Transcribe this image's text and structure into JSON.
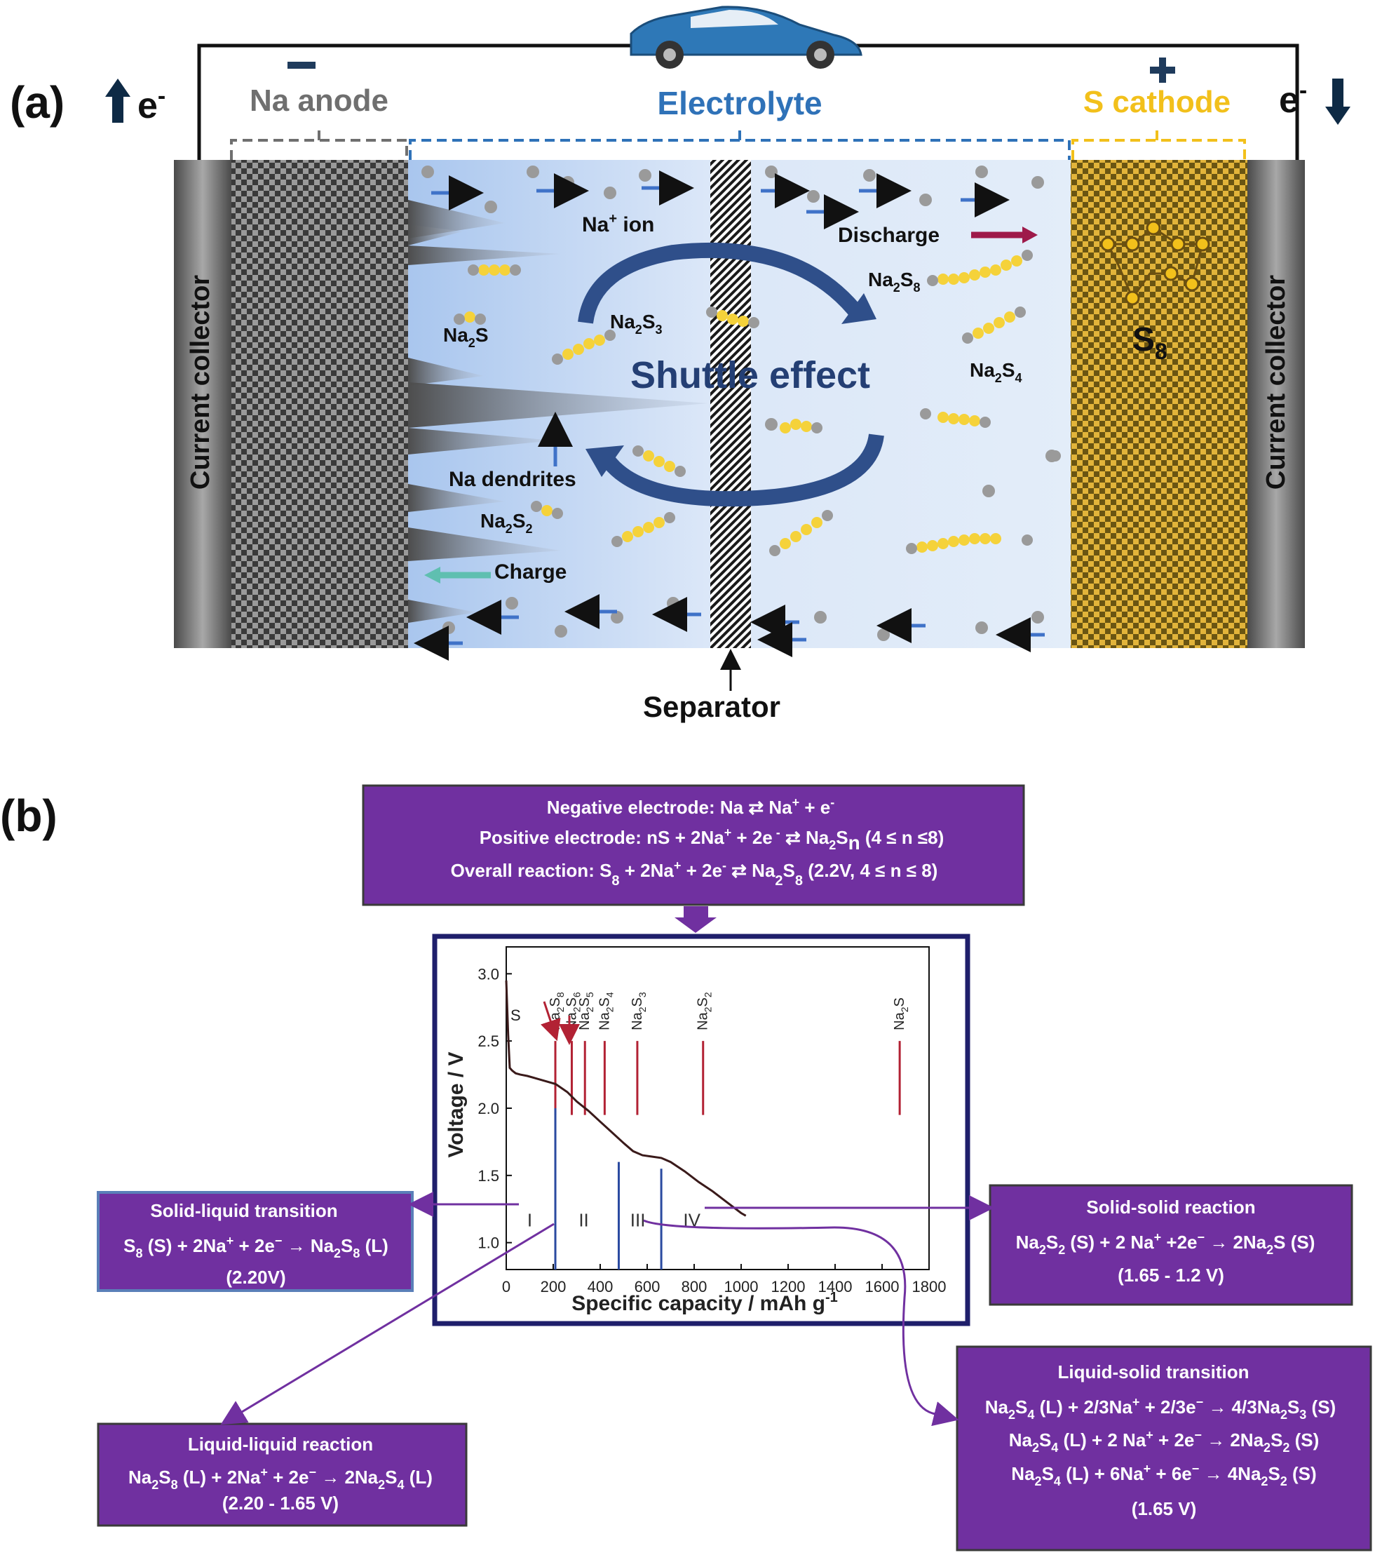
{
  "panel_a": {
    "label": "(a)",
    "e_left": "e",
    "e_right": "e",
    "e_sup": "-",
    "minus_sign": "−",
    "plus_sign": "+",
    "anode_label": "Na anode",
    "electrolyte_label": "Electrolyte",
    "cathode_label": "S cathode",
    "current_collector_left": "Current collector",
    "current_collector_right": "Current collector",
    "na_ion_label": "Na",
    "na_ion_sup": "+",
    "na_ion_suffix": " ion",
    "discharge_label": "Discharge",
    "charge_label": "Charge",
    "na_dendrites_label": "Na dendrites",
    "shuttle_label": "Shuttle effect",
    "separator_label": "Separator",
    "s8_label": "S",
    "s8_sub": "8",
    "species": {
      "na2s8": [
        "Na",
        "2",
        "S",
        "8"
      ],
      "na2s3": [
        "Na",
        "2",
        "S",
        "3"
      ],
      "na2s": [
        "Na",
        "2",
        "S",
        ""
      ],
      "na2s4": [
        "Na",
        "2",
        "S",
        "4"
      ],
      "na2s2": [
        "Na",
        "2",
        "S",
        "2"
      ]
    },
    "colors": {
      "anode_gray": "#6f6f6f",
      "electrolyte_blue": "#2f72b8",
      "cathode_yellow": "#f2c01b",
      "discharge_arrow": "#9e1a4a",
      "charge_arrow": "#5fbfb0",
      "ion_arrow": "#3f72c8"
    }
  },
  "panel_b": {
    "label": "(b)",
    "top_box": {
      "line1_pre": "Negative electrode: Na ⇄ Na",
      "line1_sup": "+",
      "line1_post": " + e",
      "line1_sup2": "-",
      "line2_pre": "Positive electrode: nS + 2Na",
      "line2_sup": "+",
      "line2_mid": " + 2e",
      "line2_sup2": " -",
      "line2_arrow": " ⇄ Na",
      "line2_sub": "2",
      "line2_s": "S",
      "line2_sub2": "n",
      "line2_post": " (4 ≤ n ≤8)",
      "line3_pre": "Overall reaction: S",
      "line3_sub": "8",
      "line3_mid": " + 2Na",
      "line3_sup": "+",
      "line3_mid2": " + 2e",
      "line3_sup2": "-",
      "line3_arrow": " ⇄ Na",
      "line3_sub2": "2",
      "line3_s": "S",
      "line3_sub3": "8",
      "line3_post": " (2.2V, 4 ≤ n ≤ 8)"
    },
    "solid_liquid": {
      "title": "Solid-liquid transition",
      "eq": [
        "S",
        "8",
        " (S) + 2Na",
        "+",
        " + 2e",
        "−",
        " → Na",
        "2",
        "S",
        "8",
        " (L)"
      ],
      "voltage": "(2.20V)"
    },
    "solid_solid": {
      "title": "Solid-solid reaction",
      "eq": [
        "Na",
        "2",
        "S",
        "2",
        " (S) + 2 Na",
        "+",
        " +2e",
        "−",
        " → 2Na",
        "2",
        "S (S)"
      ],
      "voltage": "(1.65 - 1.2 V)"
    },
    "liquid_liquid": {
      "title": "Liquid-liquid reaction",
      "eq": [
        "Na",
        "2",
        "S",
        "8",
        " (L) + 2Na",
        "+",
        " + 2e",
        "−",
        " → 2Na",
        "2",
        "S",
        "4",
        " (L)"
      ],
      "voltage": "(2.20 - 1.65 V)"
    },
    "liquid_solid": {
      "title": "Liquid-solid transition",
      "eq1": [
        "Na",
        "2",
        "S",
        "4",
        " (L) + 2/3Na",
        "+",
        " + 2/3e",
        "−",
        " → 4/3Na",
        "2",
        "S",
        "3",
        " (S)"
      ],
      "eq2": [
        "Na",
        "2",
        "S",
        "4",
        " (L) + 2 Na",
        "+",
        " + 2e",
        "−",
        " → 2Na",
        "2",
        "S",
        "2",
        " (S)"
      ],
      "eq3": [
        "Na",
        "2",
        "S",
        "4",
        " (L) + 6Na",
        "+",
        " + 6e",
        "−",
        " → 4Na",
        "2",
        "S",
        "2",
        " (S)"
      ],
      "voltage": "(1.65 V)"
    },
    "colors": {
      "box_purple": "#7030a0",
      "box_border": "#3a3a3a",
      "chart_frame": "#1f1f6b"
    }
  },
  "chart_data": {
    "type": "line",
    "xlabel": "Specific capacity / mAh g",
    "xlabel_sup": "-1",
    "ylabel": "Voltage / V",
    "xlim": [
      0,
      1800
    ],
    "ylim": [
      0.8,
      3.2
    ],
    "xticks": [
      0,
      200,
      400,
      600,
      800,
      1000,
      1200,
      1400,
      1600,
      1800
    ],
    "yticks": [
      1.0,
      1.5,
      2.0,
      2.5,
      3.0
    ],
    "ytick_labels": [
      "1.0",
      "1.5",
      "2.0",
      "2.5",
      "3.0"
    ],
    "series": [
      {
        "x": [
          0,
          8,
          15,
          25,
          40,
          60,
          90,
          130,
          170,
          210,
          260,
          300,
          350,
          400,
          450,
          500,
          540,
          580,
          620,
          660,
          700,
          760,
          820,
          880,
          940,
          1000,
          1020
        ],
        "y": [
          2.95,
          2.55,
          2.3,
          2.28,
          2.26,
          2.25,
          2.24,
          2.22,
          2.2,
          2.18,
          2.12,
          2.05,
          1.98,
          1.9,
          1.82,
          1.74,
          1.68,
          1.65,
          1.64,
          1.63,
          1.6,
          1.53,
          1.45,
          1.38,
          1.3,
          1.22,
          1.2
        ]
      }
    ],
    "phase_markers": [
      {
        "name": "Na2S8",
        "x": 209
      },
      {
        "name": "Na2S6",
        "x": 279
      },
      {
        "name": "Na2S5",
        "x": 335
      },
      {
        "name": "Na2S4",
        "x": 419
      },
      {
        "name": "Na2S3",
        "x": 558
      },
      {
        "name": "Na2S2",
        "x": 838
      },
      {
        "name": "Na2S",
        "x": 1675
      }
    ],
    "regions": [
      {
        "label": "I",
        "x": 100
      },
      {
        "label": "II",
        "x": 330
      },
      {
        "label": "III",
        "x": 560
      },
      {
        "label": "IV",
        "x": 790
      }
    ],
    "region_lines": [
      {
        "x": 209,
        "top": 2.0
      },
      {
        "x": 479,
        "top": 1.6
      },
      {
        "x": 660,
        "top": 1.55
      }
    ],
    "annotation_s": "S",
    "marker_labels": [
      [
        "Na",
        "2",
        "S",
        "8"
      ],
      [
        "Na",
        "2",
        "S",
        "6"
      ],
      [
        "Na",
        "2",
        "S",
        "5"
      ],
      [
        "Na",
        "2",
        "S",
        "4"
      ],
      [
        "Na",
        "2",
        "S",
        "3"
      ],
      [
        "Na",
        "2",
        "S",
        "2"
      ],
      [
        "Na",
        "2",
        "S",
        ""
      ]
    ],
    "colors": {
      "curve": "#3a1a1a",
      "marker_red": "#b22234",
      "marker_blue": "#2a4aa0"
    }
  }
}
